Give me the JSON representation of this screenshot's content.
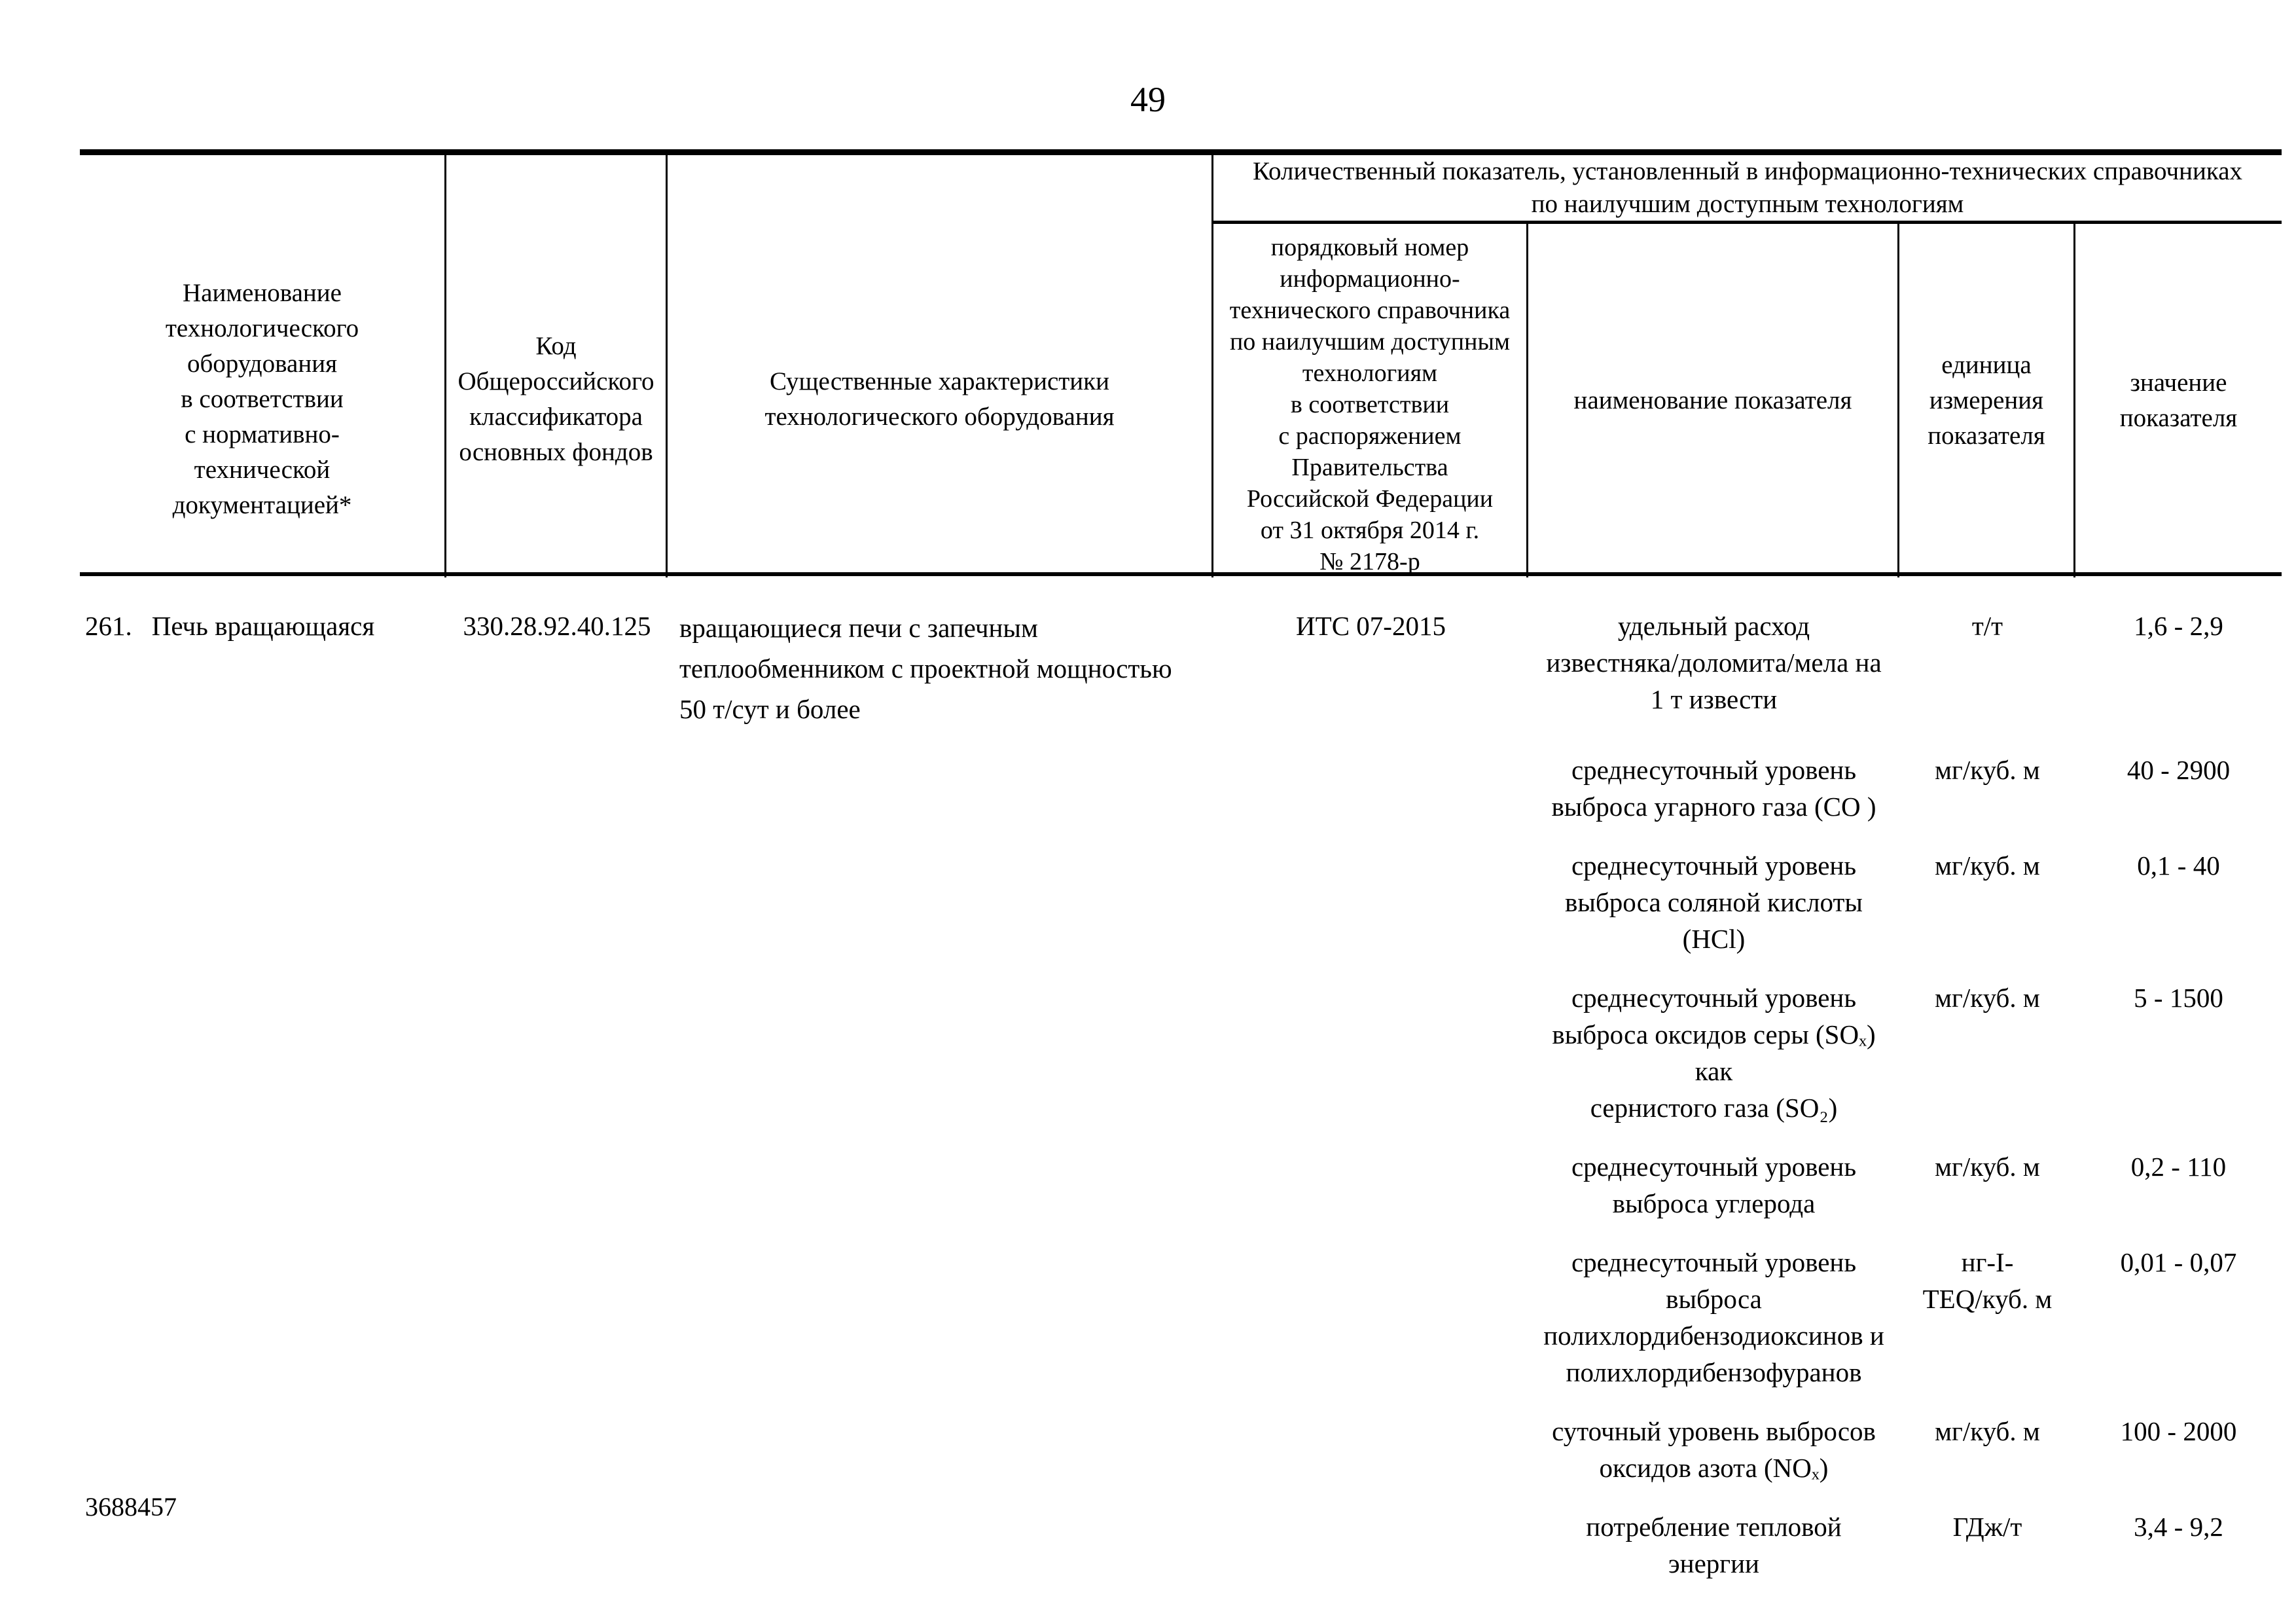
{
  "page": {
    "number": "49",
    "doc_number": "3688457"
  },
  "table": {
    "header": {
      "col_equipment": "Наименование\nтехнологического\nоборудования\nв соответствии\nс нормативно-\nтехнической\nдокументацией*",
      "col_okof": "Код\nОбщероссийского\nклассификатора\nосновных фондов",
      "col_characteristics": "Существенные характеристики\nтехнологического оборудования",
      "group_quantitative": "Количественный показатель, установленный в информационно-технических справочниках\nпо наилучшим доступным технологиям",
      "col_its_number": "порядковый номер\nинформационно-\nтехнического справочника\nпо наилучшим доступным\nтехнологиям\nв соответствии\nс распоряжением\nПравительства\nРоссийской Федерации\nот 31 октября 2014 г.\n№ 2178-р",
      "col_indicator_name": "наименование показателя",
      "col_unit": "единица\nизмерения\nпоказателя",
      "col_value": "значение\nпоказателя"
    },
    "row": {
      "index": "261.",
      "equipment_name": "Печь вращающаяся",
      "okof_code": "330.28.92.40.125",
      "characteristics": "вращающиеся печи с запечным\nтеплообменником с проектной мощностью\n50 т/сут и более",
      "its_reference": "ИТС 07-2015",
      "indicators": [
        {
          "name": "удельный расход\nизвестняка/доломита/мела на\n1 т извести",
          "unit": "т/т",
          "value": "1,6 - 2,9"
        },
        {
          "name": "среднесуточный уровень\nвыброса угарного газа (CO )",
          "unit": "мг/куб. м",
          "value": "40 - 2900"
        },
        {
          "name": "среднесуточный уровень\nвыброса соляной кислоты (HCl)",
          "unit": "мг/куб. м",
          "value": "0,1 - 40"
        },
        {
          "name": "среднесуточный уровень\nвыброса оксидов серы (SOₓ) как\nсернистого газа (SO₂)",
          "unit": "мг/куб. м",
          "value": "5 - 1500"
        },
        {
          "name": "среднесуточный уровень\nвыброса углерода",
          "unit": "мг/куб. м",
          "value": "0,2 - 110"
        },
        {
          "name": "среднесуточный уровень\nвыброса\nполихлордибензодиоксинов и\nполихлордибензофуранов",
          "unit": "нг-I-\nTEQ/куб. м",
          "value": "0,01 - 0,07"
        },
        {
          "name": "суточный уровень выбросов\nоксидов азота (NOₓ)",
          "unit": "мг/куб. м",
          "value": "100 - 2000"
        },
        {
          "name": "потребление тепловой энергии",
          "unit": "ГДж/т",
          "value": "3,4 - 9,2"
        }
      ]
    }
  }
}
